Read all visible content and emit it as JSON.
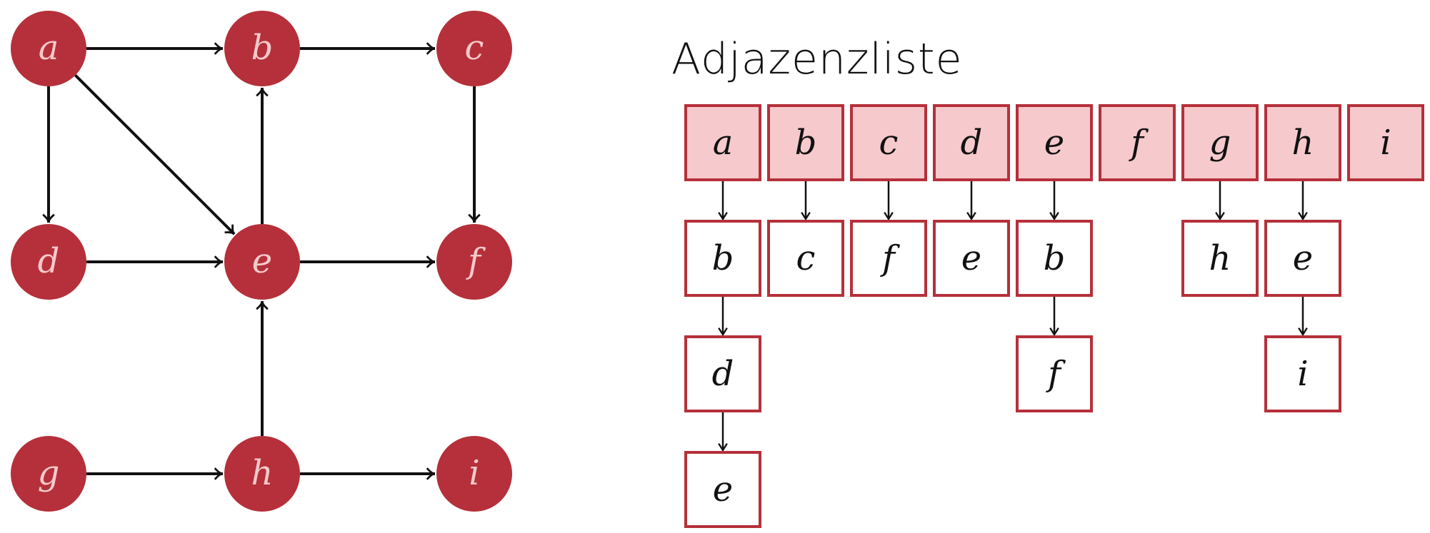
{
  "graph": {
    "nodes": [
      "a",
      "b",
      "c",
      "d",
      "e",
      "f",
      "g",
      "h",
      "i"
    ],
    "edges": [
      [
        "a",
        "b"
      ],
      [
        "b",
        "c"
      ],
      [
        "a",
        "d"
      ],
      [
        "a",
        "e"
      ],
      [
        "e",
        "b"
      ],
      [
        "c",
        "f"
      ],
      [
        "d",
        "e"
      ],
      [
        "e",
        "f"
      ],
      [
        "h",
        "e"
      ],
      [
        "g",
        "h"
      ],
      [
        "h",
        "i"
      ]
    ],
    "colors": {
      "node_fill": "#b5303a",
      "node_label": "#f6c9cc",
      "edge": "#111111"
    }
  },
  "adjacency": {
    "title": "Adjazenzliste",
    "heads": [
      "a",
      "b",
      "c",
      "d",
      "e",
      "f",
      "g",
      "h",
      "i"
    ],
    "lists": {
      "a": [
        "b",
        "d",
        "e"
      ],
      "b": [
        "c"
      ],
      "c": [
        "f"
      ],
      "d": [
        "e"
      ],
      "e": [
        "b",
        "f"
      ],
      "f": [],
      "g": [
        "h"
      ],
      "h": [
        "e",
        "i"
      ],
      "i": []
    },
    "colors": {
      "head_fill": "#f6c9cc",
      "border": "#b5303a",
      "cell_fill": "#ffffff"
    }
  }
}
